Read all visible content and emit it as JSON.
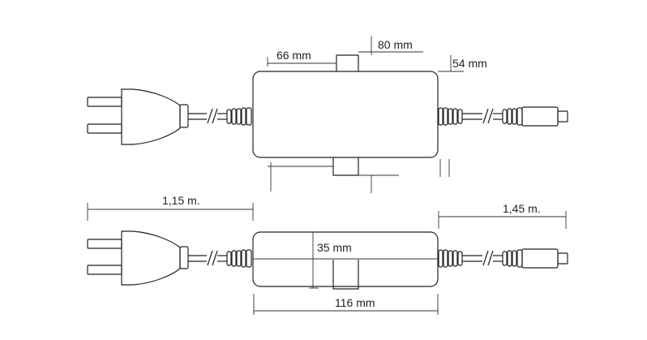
{
  "diagram": {
    "dimensions": {
      "width_top": "66 mm",
      "width_bottom": "116 mm",
      "depth": "80 mm",
      "height_top": "54 mm",
      "height_front": "35 mm",
      "cable_left": "1,15 m.",
      "cable_right": "1,45 m."
    },
    "colors": {
      "line": "#222222",
      "dim_line": "#333333"
    }
  }
}
